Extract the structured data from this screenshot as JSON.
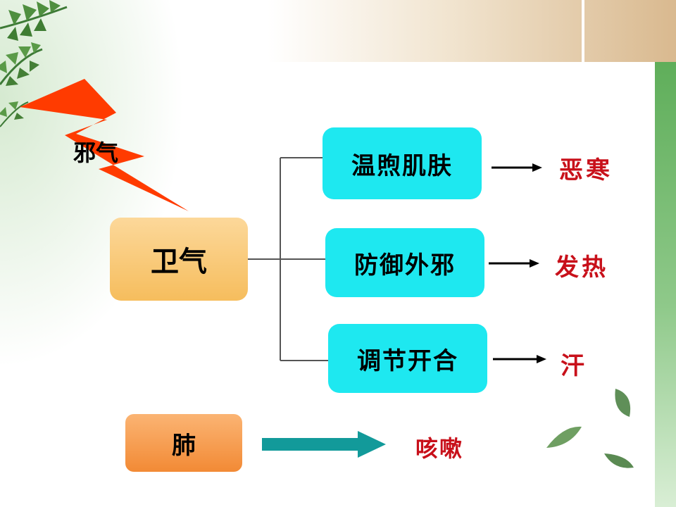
{
  "source": {
    "evil_qi": "邪气"
  },
  "center": {
    "label": "卫气"
  },
  "functions": [
    {
      "label": "温煦肌肤",
      "result": "恶寒"
    },
    {
      "label": "防御外邪",
      "result": "发热"
    },
    {
      "label": "调节开合",
      "result": "汗"
    }
  ],
  "lung": {
    "label": "肺",
    "result": "咳嗽"
  },
  "colors": {
    "function_box": "#1ee8f0",
    "center_box": "#f6bd5d",
    "lung_box": "#f28a35",
    "result_text": "#c8101a",
    "lightning": "#ff3b00",
    "teal_arrow": "#129a9a"
  },
  "icons": [
    "lightning-bolt-icon",
    "fern-leaf-icon",
    "falling-leaf-icon"
  ]
}
